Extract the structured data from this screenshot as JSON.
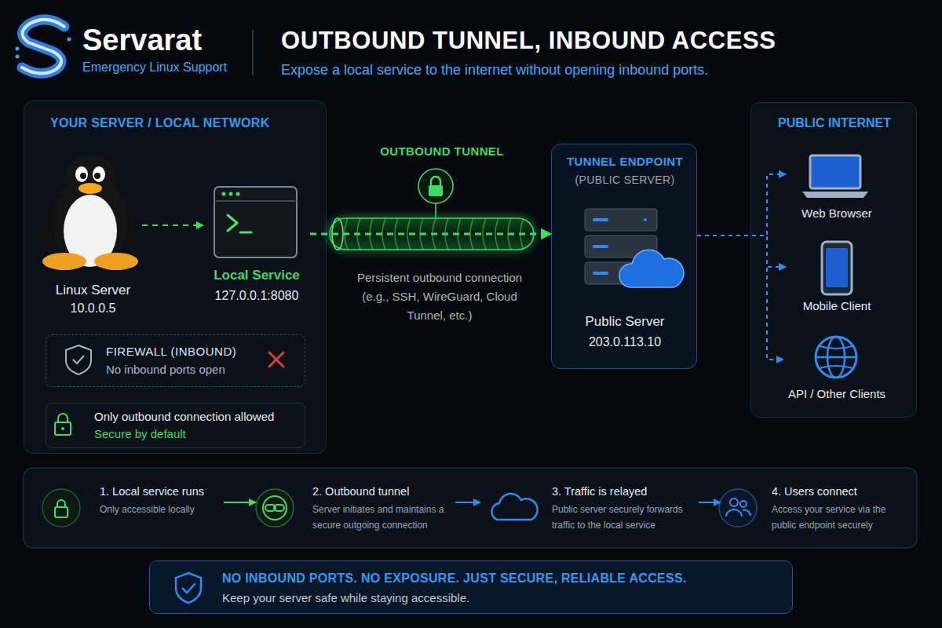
{
  "diagram": {
    "title": "OUTBOUND TUNNEL, INBOUND ACCESS",
    "caption": "Expose a local service to the internet without opening inbound ports.",
    "nodes": [
      {
        "text": [
          "YOUR SERVER / LOCAL NETWORK"
        ]
      },
      {
        "text": [
          "Linux Server",
          "10.0.0.5"
        ],
        "in": 0
      },
      {
        "text": [
          "Local Service",
          "127.0.0.1:8080"
        ],
        "in": 0
      },
      {
        "text": [
          "FIREWALL (INBOUND)",
          "No inbound ports open"
        ],
        "in": 0
      },
      {
        "text": [
          "Only outbound connection allowed",
          "Secure by default"
        ],
        "in": 0
      },
      {
        "text": [
          "TUNNEL ENDPOINT",
          "(PUBLIC SERVER)",
          "Public Server",
          "203.0.113.10"
        ]
      },
      {
        "text": [
          "PUBLIC INTERNET"
        ]
      },
      {
        "text": [
          "Web Browser"
        ],
        "in": 6
      },
      {
        "text": [
          "Mobile Client"
        ],
        "in": 6
      },
      {
        "text": [
          "API / Other Clients"
        ],
        "in": 6
      },
      {
        "text": [
          "1. Local service runs",
          "Only accessible locally"
        ]
      },
      {
        "text": [
          "2. Outbound tunnel",
          "Server initiates and maintains a secure outgoing connection"
        ]
      },
      {
        "text": [
          "3. Traffic is relayed",
          "Public server securely forwards traffic to the local service"
        ]
      },
      {
        "text": [
          "4. Users connect",
          "Access your service via the public endpoint securely"
        ]
      },
      {
        "text": [
          "NO INBOUND PORTS. NO EXPOSURE. JUST SECURE, RELIABLE ACCESS.",
          "Keep your server safe while staying accessible."
        ]
      }
    ],
    "edges": [
      {
        "from": 1,
        "to": 2,
        "arrow": "to"
      },
      {
        "from": 2,
        "to": 5,
        "arrow": "to",
        "label": "OUTBOUND TUNNEL"
      },
      {
        "from": 5,
        "to": 7,
        "arrow": "to"
      },
      {
        "from": 5,
        "to": 8,
        "arrow": "to"
      },
      {
        "from": 5,
        "to": 9,
        "arrow": "to"
      },
      {
        "from": 10,
        "to": 11,
        "arrow": "to"
      },
      {
        "from": 11,
        "to": 12,
        "arrow": "to"
      },
      {
        "from": 12,
        "to": 13,
        "arrow": "to"
      }
    ],
    "labels": [
      "Servarat",
      "Emergency Linux Support",
      "Persistent outbound connection (e.g., SSH, WireGuard, Cloud Tunnel, etc.)"
    ]
  }
}
